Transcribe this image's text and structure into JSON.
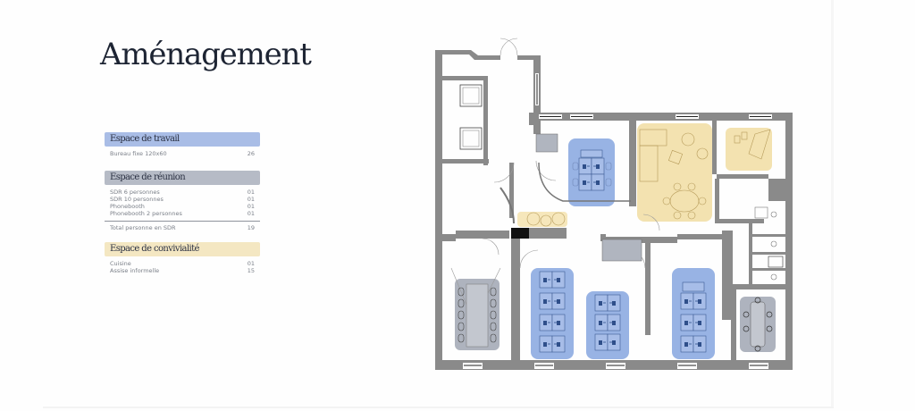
{
  "page": {
    "title": "Aménagement"
  },
  "legend": {
    "categories": [
      {
        "label": "Espace de travail",
        "color": "#a9bde6",
        "rows": [
          {
            "label": "Bureau fixe 120x60",
            "value": "26"
          }
        ]
      },
      {
        "label": "Espace de réunion",
        "color": "#b6bbc6",
        "rows": [
          {
            "label": "SDR 6 personnes",
            "value": "01"
          },
          {
            "label": "SDR 10 personnes",
            "value": "01"
          },
          {
            "label": "Phonebooth",
            "value": "01"
          },
          {
            "label": "Phonebooth 2 personnes",
            "value": "01"
          }
        ],
        "total": {
          "label": "Total personne en SDR",
          "value": "19"
        }
      },
      {
        "label": "Espace de convivialité",
        "color": "#f4e7c2",
        "rows": [
          {
            "label": "Cuisine",
            "value": "01"
          },
          {
            "label": "Assise informelle",
            "value": "15"
          }
        ]
      }
    ]
  },
  "floor_plan": {
    "zone_colors": {
      "work": "#98b3e4",
      "meeting": "#aeb3be",
      "convivial": "#f3e2b0",
      "wall": "#8a8a8a",
      "desk_ink": "#2f4f8a"
    }
  }
}
